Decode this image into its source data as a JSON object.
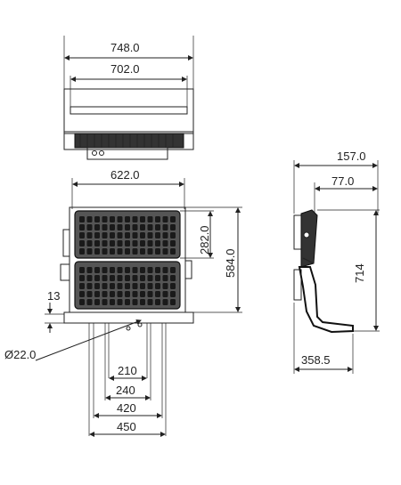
{
  "dimensions": {
    "top_overall_width": "748.0",
    "top_inner_width": "702.0",
    "front_width": "622.0",
    "module_height": "282.0",
    "front_height": "584.0",
    "side_depth_total": "157.0",
    "side_depth_partial": "77.0",
    "side_height": "714",
    "side_base_depth": "358.5",
    "offset_13": "13",
    "hole_diameter": "Ø22.0",
    "hole_210": "210",
    "hole_240": "240",
    "hole_420": "420",
    "hole_450": "450"
  }
}
